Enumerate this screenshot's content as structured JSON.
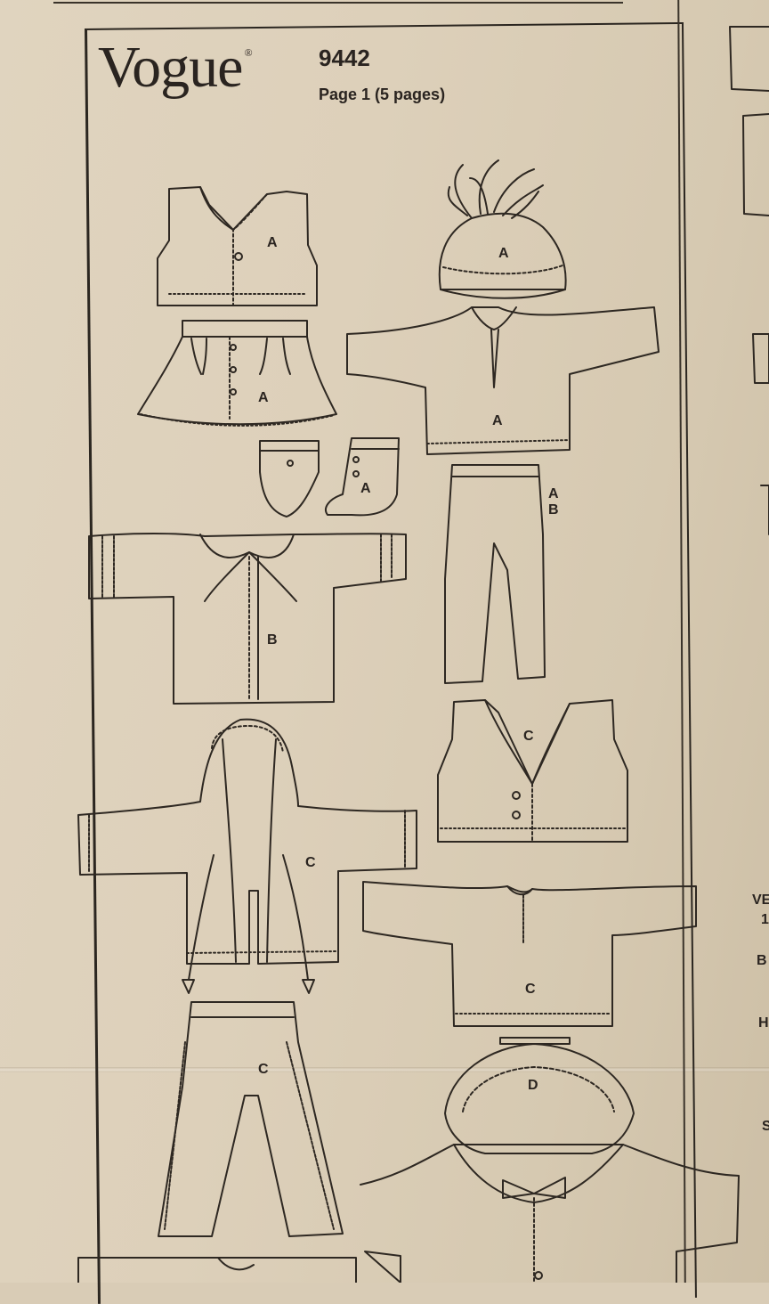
{
  "header": {
    "brand": "Vogue",
    "trademark": "®",
    "pattern_number": "9442",
    "page_info": "Page 1 (5 pages)"
  },
  "garments": [
    {
      "name": "vest",
      "view": "A"
    },
    {
      "name": "hat",
      "view": "A"
    },
    {
      "name": "skirt",
      "view": "A"
    },
    {
      "name": "shirt",
      "view": "A"
    },
    {
      "name": "bootie",
      "view": "A"
    },
    {
      "name": "leggings",
      "view": "A B"
    },
    {
      "name": "jacket-with-collar",
      "view": "B"
    },
    {
      "name": "vest",
      "view": "C"
    },
    {
      "name": "hooded-jacket",
      "view": "C"
    },
    {
      "name": "shirt",
      "view": "C"
    },
    {
      "name": "pants",
      "view": "C"
    },
    {
      "name": "bonnet",
      "view": "D"
    }
  ],
  "side_panel_fragments": [
    "VE",
    "1",
    "B",
    "H",
    "S"
  ],
  "colors": {
    "paper": "#ddd0ba",
    "ink": "#2a2420"
  }
}
